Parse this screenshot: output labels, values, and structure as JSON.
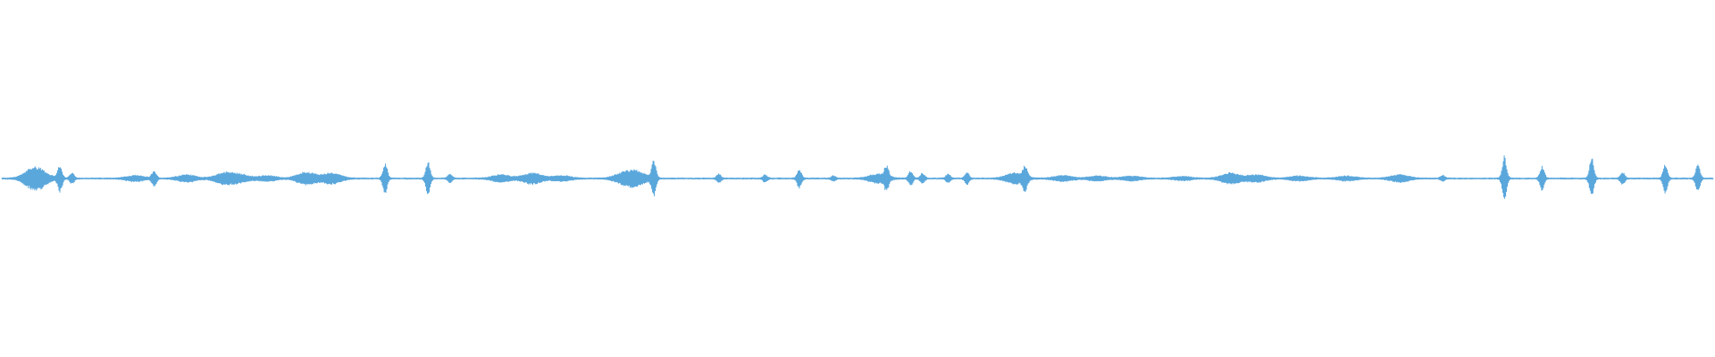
{
  "waveform": {
    "color": "#5aa7dc",
    "background": "#ffffff",
    "baseline_amplitude": 0.012,
    "features": [
      {
        "t": 0.018,
        "amp": 0.16,
        "kind": "burst"
      },
      {
        "t": 0.022,
        "amp": 0.13,
        "kind": "burst"
      },
      {
        "t": 0.034,
        "amp": 0.3,
        "kind": "spike"
      },
      {
        "t": 0.041,
        "amp": 0.12,
        "kind": "spike"
      },
      {
        "t": 0.078,
        "amp": 0.06,
        "kind": "burst"
      },
      {
        "t": 0.089,
        "amp": 0.18,
        "kind": "spike"
      },
      {
        "t": 0.108,
        "amp": 0.08,
        "kind": "burst"
      },
      {
        "t": 0.13,
        "amp": 0.12,
        "kind": "burst"
      },
      {
        "t": 0.139,
        "amp": 0.08,
        "kind": "burst"
      },
      {
        "t": 0.155,
        "amp": 0.06,
        "kind": "burst"
      },
      {
        "t": 0.178,
        "amp": 0.14,
        "kind": "burst"
      },
      {
        "t": 0.193,
        "amp": 0.12,
        "kind": "burst"
      },
      {
        "t": 0.224,
        "amp": 0.36,
        "kind": "spike"
      },
      {
        "t": 0.249,
        "amp": 0.4,
        "kind": "spike"
      },
      {
        "t": 0.262,
        "amp": 0.1,
        "kind": "spike"
      },
      {
        "t": 0.292,
        "amp": 0.08,
        "kind": "burst"
      },
      {
        "t": 0.31,
        "amp": 0.12,
        "kind": "burst"
      },
      {
        "t": 0.327,
        "amp": 0.06,
        "kind": "burst"
      },
      {
        "t": 0.363,
        "amp": 0.1,
        "kind": "burst"
      },
      {
        "t": 0.371,
        "amp": 0.16,
        "kind": "burst"
      },
      {
        "t": 0.381,
        "amp": 0.38,
        "kind": "spike"
      },
      {
        "t": 0.419,
        "amp": 0.1,
        "kind": "spike"
      },
      {
        "t": 0.446,
        "amp": 0.08,
        "kind": "spike"
      },
      {
        "t": 0.466,
        "amp": 0.22,
        "kind": "spike"
      },
      {
        "t": 0.486,
        "amp": 0.06,
        "kind": "spike"
      },
      {
        "t": 0.512,
        "amp": 0.1,
        "kind": "burst"
      },
      {
        "t": 0.517,
        "amp": 0.24,
        "kind": "spike"
      },
      {
        "t": 0.531,
        "amp": 0.16,
        "kind": "spike"
      },
      {
        "t": 0.538,
        "amp": 0.12,
        "kind": "spike"
      },
      {
        "t": 0.553,
        "amp": 0.1,
        "kind": "spike"
      },
      {
        "t": 0.564,
        "amp": 0.14,
        "kind": "spike"
      },
      {
        "t": 0.592,
        "amp": 0.12,
        "kind": "burst"
      },
      {
        "t": 0.598,
        "amp": 0.26,
        "kind": "spike"
      },
      {
        "t": 0.62,
        "amp": 0.06,
        "kind": "burst"
      },
      {
        "t": 0.64,
        "amp": 0.05,
        "kind": "burst"
      },
      {
        "t": 0.66,
        "amp": 0.05,
        "kind": "burst"
      },
      {
        "t": 0.69,
        "amp": 0.04,
        "kind": "burst"
      },
      {
        "t": 0.718,
        "amp": 0.12,
        "kind": "burst"
      },
      {
        "t": 0.733,
        "amp": 0.08,
        "kind": "burst"
      },
      {
        "t": 0.758,
        "amp": 0.05,
        "kind": "burst"
      },
      {
        "t": 0.786,
        "amp": 0.05,
        "kind": "burst"
      },
      {
        "t": 0.817,
        "amp": 0.08,
        "kind": "burst"
      },
      {
        "t": 0.842,
        "amp": 0.06,
        "kind": "spike"
      },
      {
        "t": 0.878,
        "amp": 0.52,
        "kind": "spike"
      },
      {
        "t": 0.9,
        "amp": 0.28,
        "kind": "spike"
      },
      {
        "t": 0.929,
        "amp": 0.46,
        "kind": "spike"
      },
      {
        "t": 0.947,
        "amp": 0.14,
        "kind": "spike"
      },
      {
        "t": 0.972,
        "amp": 0.34,
        "kind": "spike"
      },
      {
        "t": 0.991,
        "amp": 0.32,
        "kind": "spike"
      }
    ]
  }
}
